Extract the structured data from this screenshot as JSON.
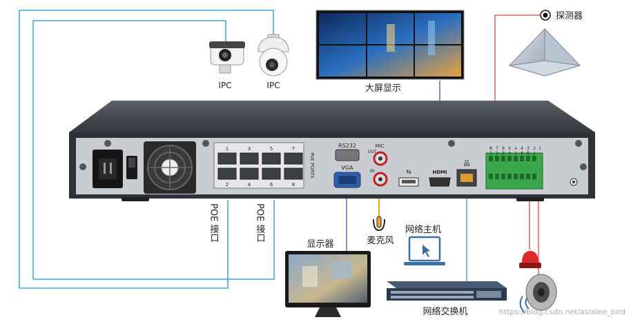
{
  "labels": {
    "ipc_left": "IPC",
    "ipc_right": "IPC",
    "big_screen": "大屏显示",
    "detector": "探测器",
    "poe_left": "POE 接口",
    "poe_right": "POE 接口",
    "monitor": "显示器",
    "microphone": "麦克风",
    "network_host": "网络主机",
    "network_switch": "网络交换机"
  },
  "panel": {
    "rs232": "RS232",
    "vga": "VGA",
    "mic": "MIC",
    "out": "OUT",
    "in": "IN",
    "hdmi": "HDMI",
    "poe_ports": "PoE PORTS",
    "port_top": [
      "1",
      "3",
      "5",
      "7"
    ],
    "port_bottom": [
      "2",
      "4",
      "6",
      "8"
    ],
    "alarm_top": [
      "8",
      "7",
      "6",
      "5",
      "⏚",
      "4",
      "3",
      "2",
      "1"
    ],
    "alarm_bottom": [
      "1",
      "2",
      "3",
      "4",
      "⏚",
      "A",
      "B",
      "⏚"
    ]
  },
  "watermark": "https://blog.csdn.net/asialee_bird",
  "colors": {
    "poe_line": "#3fa9e0",
    "hdmi_line": "#8e5fb0",
    "vga_line": "#7a6fb8",
    "mic_line": "#f0a030",
    "net_line": "#5aa8d8",
    "alarm_line": "#e0463f",
    "chassis": "#3a3d44",
    "panel": "#c9ccd1"
  }
}
